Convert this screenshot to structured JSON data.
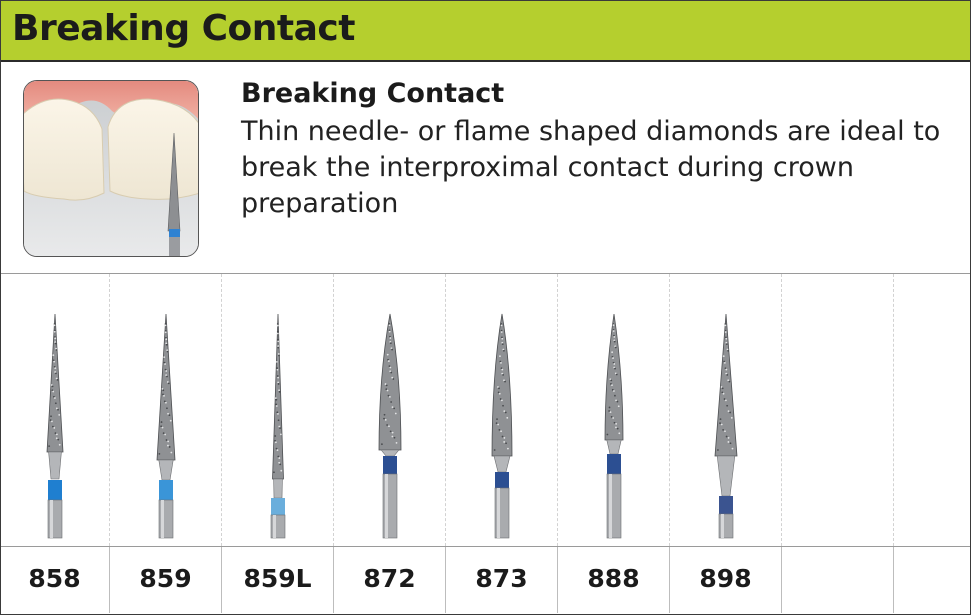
{
  "header": {
    "title": "Breaking Contact"
  },
  "intro": {
    "heading": "Breaking Contact",
    "text": "Thin needle- or flame shaped diamonds are ideal to break the interproximal contact during crown preparation"
  },
  "products": [
    {
      "code": "858",
      "band_color": "#1f7fd0"
    },
    {
      "code": "859",
      "band_color": "#3a95d8"
    },
    {
      "code": "859L",
      "band_color": "#6aaedc"
    },
    {
      "code": "872",
      "band_color": "#2c4f92"
    },
    {
      "code": "873",
      "band_color": "#2c4f92"
    },
    {
      "code": "888",
      "band_color": "#2c4f92"
    },
    {
      "code": "898",
      "band_color": "#3b5490"
    },
    {
      "code": ""
    },
    {
      "code": ""
    }
  ],
  "colors": {
    "header_bg": "#b5cf2e"
  }
}
